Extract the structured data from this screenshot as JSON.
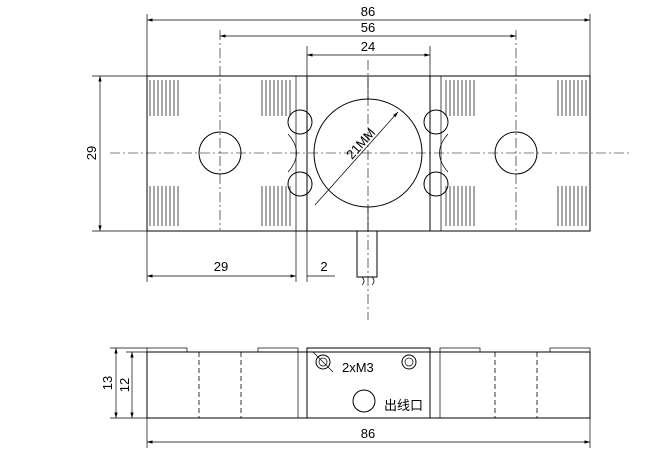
{
  "top_view": {
    "dim_overall": "86",
    "dim_holes": "56",
    "dim_center": "24",
    "dim_height": "29",
    "dim_offset": "29",
    "dim_gap": "2",
    "dim_bore": "21MM"
  },
  "side_view": {
    "dim_height_outer": "13",
    "dim_height_inner": "12",
    "dim_length": "86",
    "note_thread": "2xM3",
    "note_cable_exit": "出线口"
  }
}
